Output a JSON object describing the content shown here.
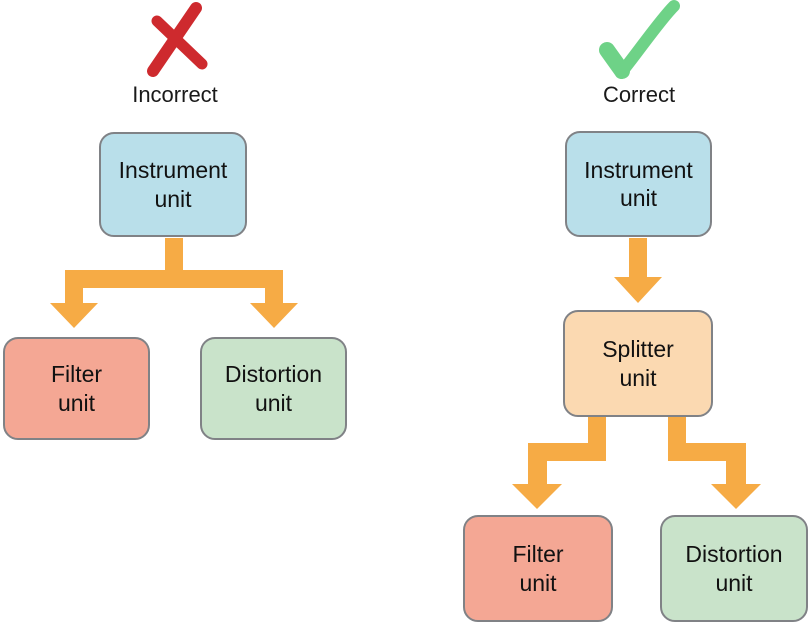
{
  "panels": {
    "incorrect": {
      "label": "Incorrect",
      "nodes": {
        "instrument": {
          "line1": "Instrument",
          "line2": "unit"
        },
        "filter": {
          "line1": "Filter",
          "line2": "unit"
        },
        "distortion": {
          "line1": "Distortion",
          "line2": "unit"
        }
      }
    },
    "correct": {
      "label": "Correct",
      "nodes": {
        "instrument": {
          "line1": "Instrument",
          "line2": "unit"
        },
        "splitter": {
          "line1": "Splitter",
          "line2": "unit"
        },
        "filter": {
          "line1": "Filter",
          "line2": "unit"
        },
        "distortion": {
          "line1": "Distortion",
          "line2": "unit"
        }
      }
    }
  },
  "colors": {
    "instrument_fill": "#B9DFEA",
    "splitter_fill": "#FBD9B1",
    "filter_fill": "#F4A794",
    "distortion_fill": "#C9E3CA",
    "node_border": "#808286",
    "arrow": "#F6AB45",
    "x_mark": "#CE2A2E",
    "check_mark": "#6ED287",
    "text": "#1A1A1A"
  }
}
